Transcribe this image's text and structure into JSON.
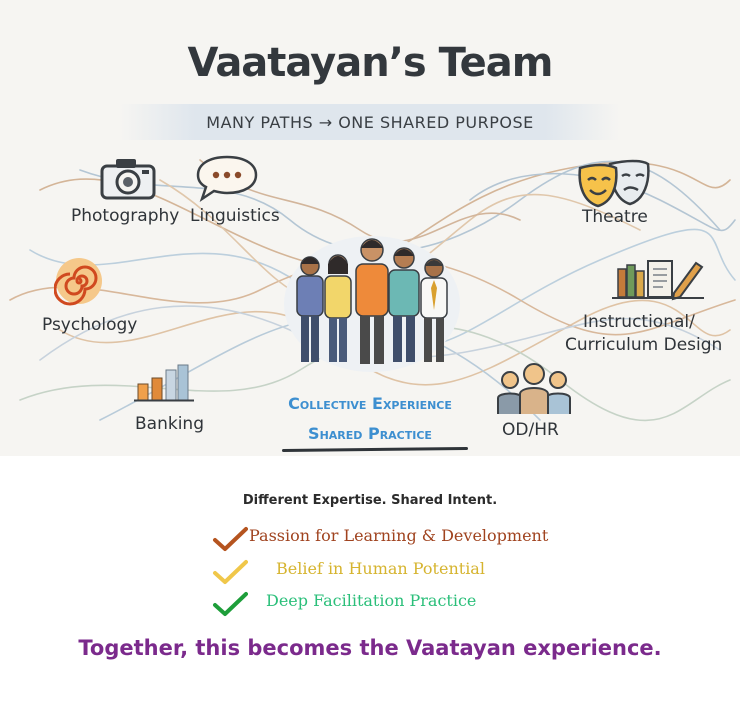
{
  "header": {
    "title": "Vaatayan’s Team",
    "subtitle": "MANY PATHS → ONE SHARED PURPOSE"
  },
  "disciplines": {
    "photography": "Photography",
    "linguistics": "Linguistics",
    "psychology": "Psychology",
    "banking": "Banking",
    "theatre": "Theatre",
    "instructional_line1": "Instructional/",
    "instructional_line2": "Curriculum Design",
    "od_hr": "OD/HR"
  },
  "center": {
    "line1": "Collective Experience",
    "line2": "Shared Practice"
  },
  "intent": "Different  Expertise. Shared Intent.",
  "values": [
    {
      "text": "Passion for Learning & Development",
      "color": "#a0431f",
      "check_color": "#b5541f"
    },
    {
      "text": "Belief in Human Potential",
      "color": "#d6b42f",
      "check_color": "#f0c74a"
    },
    {
      "text": "Deep Facilitation Practice",
      "color": "#2bbf7a",
      "check_color": "#1e9e3a"
    }
  ],
  "closing": "Together, this becomes the Vaatayan experience.",
  "colors": {
    "title": "#33383d",
    "center_caption": "#3d8fd0",
    "closing": "#7b2a8c",
    "panel_bg": "#f6f5f2"
  },
  "icons": [
    "camera-icon",
    "speech-bubble-icon",
    "spiral-icon",
    "bar-chart-icon",
    "theatre-masks-icon",
    "books-pencil-icon",
    "people-group-icon",
    "team-illustration"
  ]
}
